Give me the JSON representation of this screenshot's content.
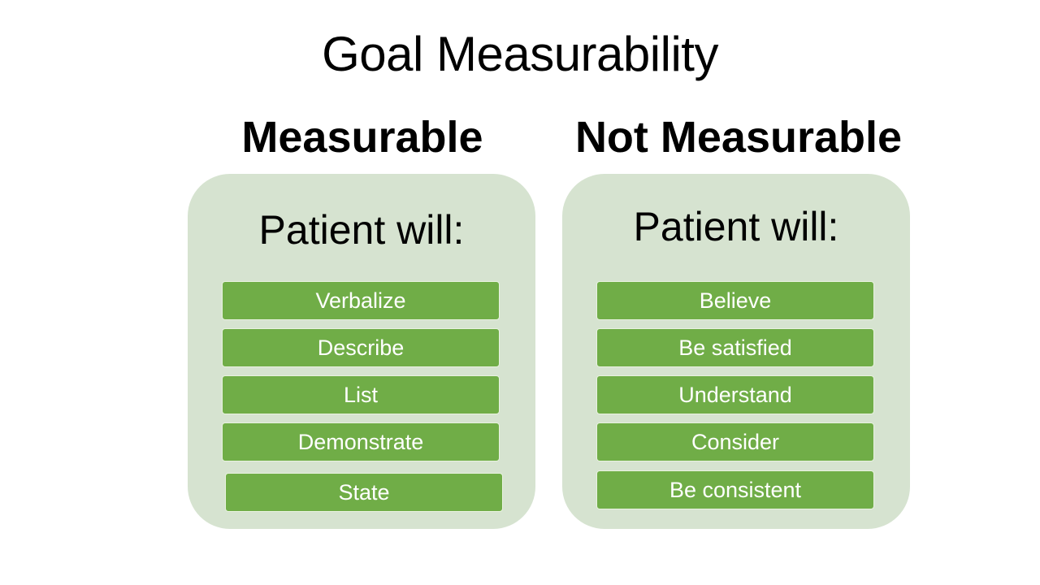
{
  "title": "Goal Measurability",
  "columns": [
    {
      "heading": "Measurable",
      "panel_label": "Patient will:",
      "items": [
        "Verbalize",
        "Describe",
        "List",
        "Demonstrate",
        "State"
      ]
    },
    {
      "heading": "Not Measurable",
      "panel_label": "Patient will:",
      "items": [
        "Believe",
        "Be satisfied",
        "Understand",
        "Consider",
        "Be consistent"
      ]
    }
  ],
  "colors": {
    "panel_bg": "#d6e3d0",
    "item_bg": "#70ad47",
    "item_text": "#ffffff"
  }
}
